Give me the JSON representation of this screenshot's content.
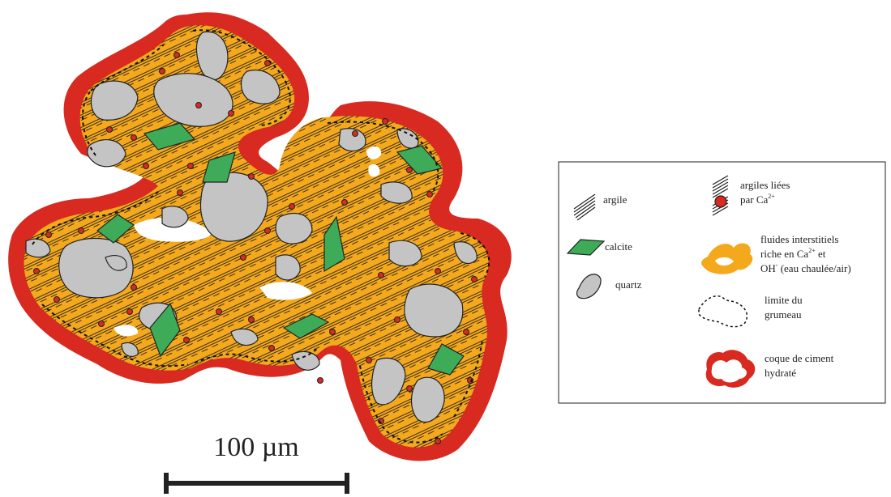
{
  "scale": {
    "label": "100 µm"
  },
  "legend": {
    "argile": "argile",
    "calcite": "calcite",
    "quartz": "quartz",
    "argiles_liees_line1": "argiles liées",
    "argiles_liees_line2": "par Ca",
    "ion_ca": "2+",
    "fluides_line1": "fluides interstitiels",
    "fluides_line2": "riche en Ca",
    "fluides_line2_sup": "2+",
    "fluides_line2_end": " et",
    "fluides_line3_start": "OH",
    "fluides_line3_sup": "-",
    "fluides_line3_end": " (eau chaulée/air)",
    "limite_line1": "limite du",
    "limite_line2": "grumeau",
    "coque_line1": "coque de ciment",
    "coque_line2": "hydraté"
  },
  "colors": {
    "shell": "#d82a20",
    "fluid": "#f4a81c",
    "quartz": "#c4c4c4",
    "calcite": "#3dab57",
    "clay": "#222222",
    "dot": "#d82a20"
  }
}
